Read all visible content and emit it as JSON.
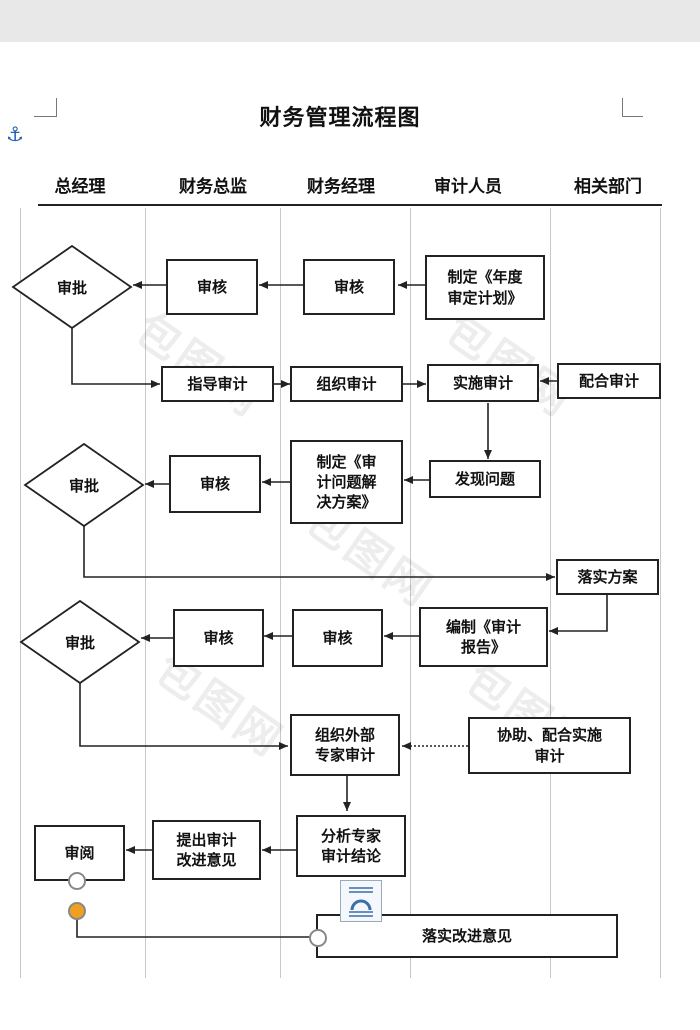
{
  "title": "财务管理流程图",
  "lanes": [
    "总经理",
    "财务总监",
    "财务经理",
    "审计人员",
    "相关部门"
  ],
  "watermark": "包图网",
  "nodes": {
    "d1": "审批",
    "r1_dir": "审核",
    "r1_mgr": "审核",
    "r1_aud": "制定《年度\n审定计划》",
    "r2_dir": "指导审计",
    "r2_mgr": "组织审计",
    "r2_aud": "实施审计",
    "r2_rel": "配合审计",
    "d2": "审批",
    "r3_dir": "审核",
    "r3_mgr": "制定《审\n计问题解\n决方案》",
    "r3_aud": "发现问题",
    "r4_rel": "落实方案",
    "d3": "审批",
    "r5_dir": "审核",
    "r5_mgr": "审核",
    "r5_aud": "编制《审计\n报告》",
    "r6_mgr": "组织外部\n专家审计",
    "r6_aud": "协助、配合实施\n审计",
    "r7_mgr": "分析专家\n审计结论",
    "r7_dir": "提出审计\n改进意见",
    "r7_gm": "审阅",
    "r8_aud": "落实改进意见"
  }
}
